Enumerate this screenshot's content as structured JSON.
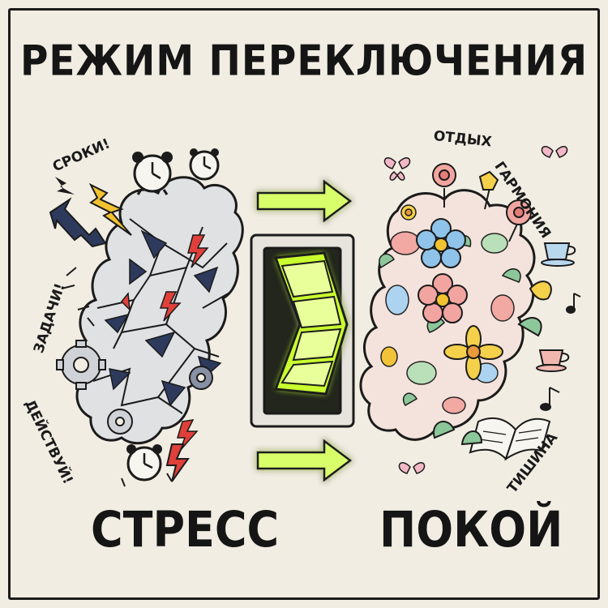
{
  "title": "РЕЖИМ ПЕРЕКЛЮЧЕНИЯ",
  "left": {
    "label": "СТРЕСС",
    "words": [
      "СРОКИ!",
      "ЗАДАЧИ!",
      "ДЕЙСТВУЙ!"
    ]
  },
  "right": {
    "label": "ПОКОЙ",
    "words": [
      "ОТДЫХ",
      "ГАРМОНИЯ",
      "ТИШИНА"
    ]
  },
  "colors": {
    "background": "#f2ede3",
    "ink": "#1b1b1b",
    "switch_green": "#c9ff2e",
    "arrow_green": "#d8ff6a",
    "navy": "#2d3a5c",
    "red": "#e0403a",
    "yellow": "#f2c230"
  }
}
